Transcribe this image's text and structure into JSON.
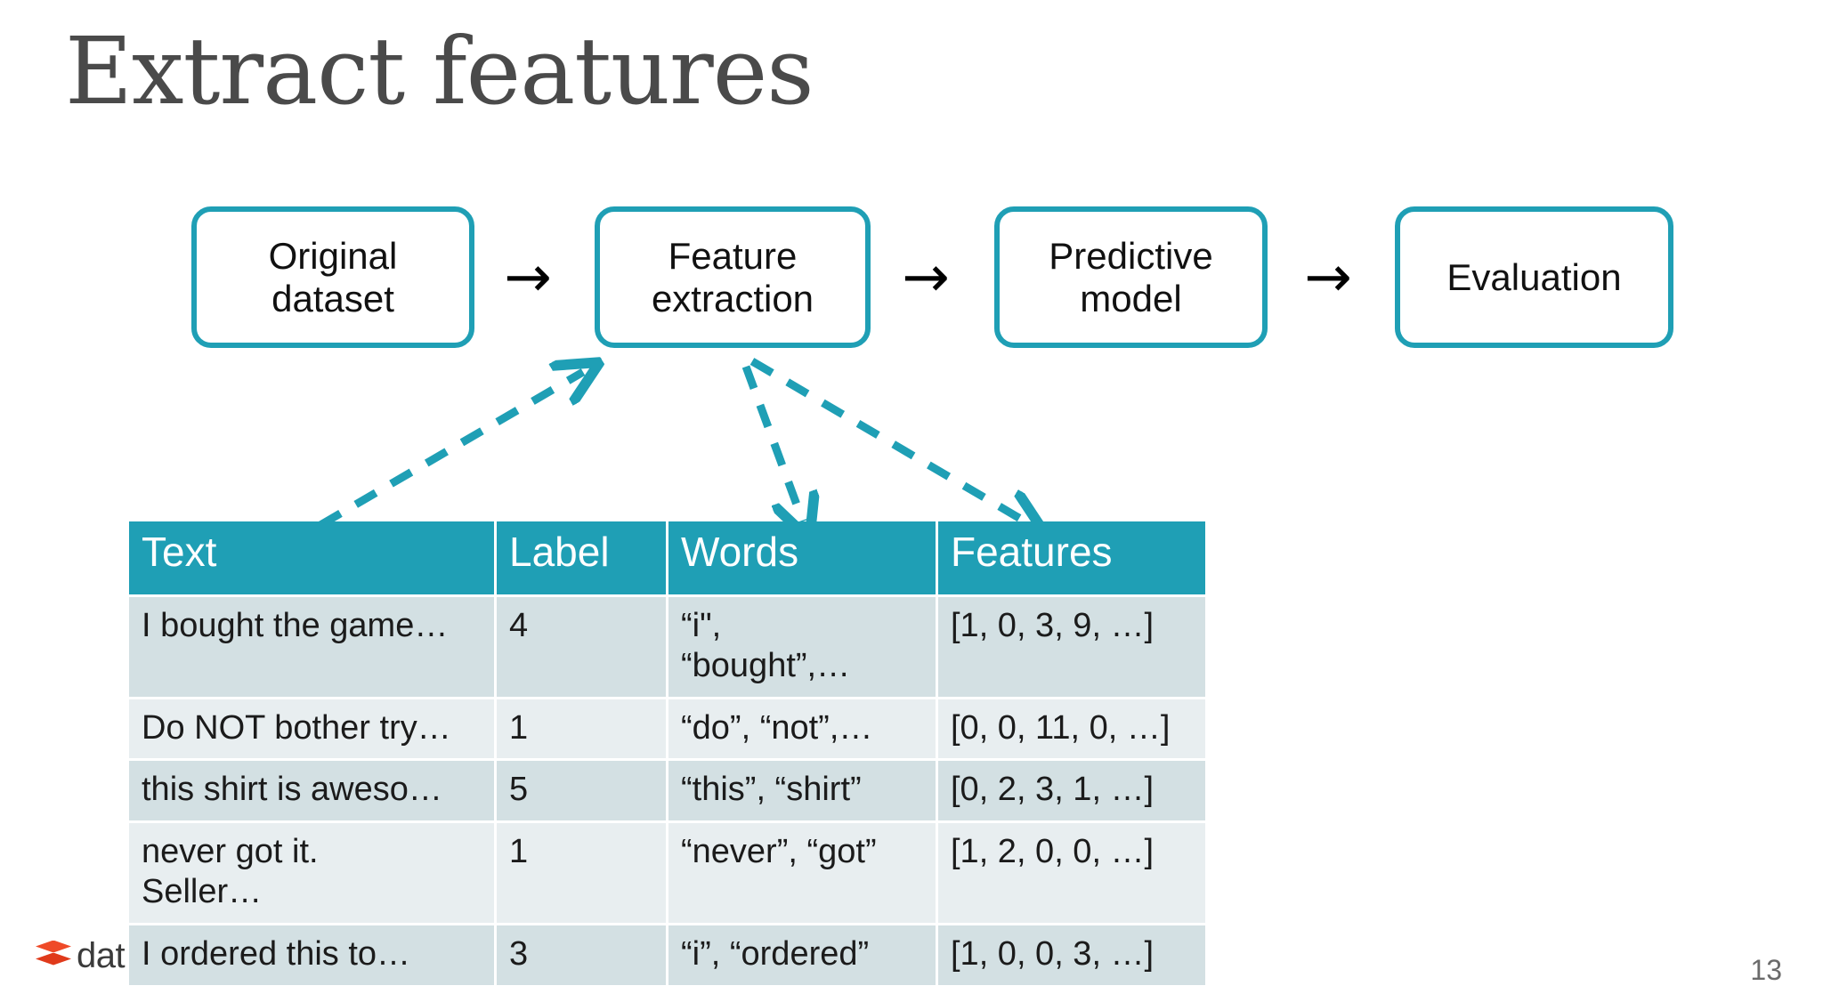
{
  "slide": {
    "title": "Extract features",
    "page_number": "13",
    "accent_color": "#1f9fb5",
    "header_text_color": "#ffffff",
    "row_shade_odd": "#d3e0e3",
    "row_shade_even": "#e8eef0",
    "title_color": "#4a4a4a"
  },
  "pipeline": {
    "boxes": [
      {
        "label": "Original\ndataset"
      },
      {
        "label": "Feature\nextraction"
      },
      {
        "label": "Predictive\nmodel"
      },
      {
        "label": "Evaluation"
      }
    ],
    "arrows": [
      {
        "glyph": "→"
      },
      {
        "glyph": "→"
      },
      {
        "glyph": "→"
      }
    ],
    "connectors": [
      {
        "name": "text-to-feature-extraction",
        "direction": "up-right"
      },
      {
        "name": "feature-extraction-to-words",
        "direction": "down"
      },
      {
        "name": "feature-extraction-to-features",
        "direction": "down-right"
      }
    ]
  },
  "table": {
    "columns": [
      "Text",
      "Label",
      "Words",
      "Features"
    ],
    "rows": [
      {
        "text": "I bought the game…",
        "label": "4",
        "words": "“i\",\n“bought”,…",
        "features": "[1, 0, 3, 9, …]"
      },
      {
        "text": "Do NOT bother try…",
        "label": "1",
        "words": "“do”, “not”,…",
        "features": "[0, 0, 11, 0, …]"
      },
      {
        "text": "this shirt is aweso…",
        "label": "5",
        "words": "“this”, “shirt”",
        "features": "[0, 2, 3, 1, …]"
      },
      {
        "text": "never got it.\nSeller…",
        "label": "1",
        "words": "“never”, “got”",
        "features": "[1, 2, 0, 0, …]"
      },
      {
        "text": "I ordered this to…",
        "label": "3",
        "words": "“i”, “ordered”",
        "features": "[1, 0, 0, 3, …]"
      }
    ]
  },
  "logo": {
    "text": "dat",
    "mark_color": "#ef4a28"
  }
}
